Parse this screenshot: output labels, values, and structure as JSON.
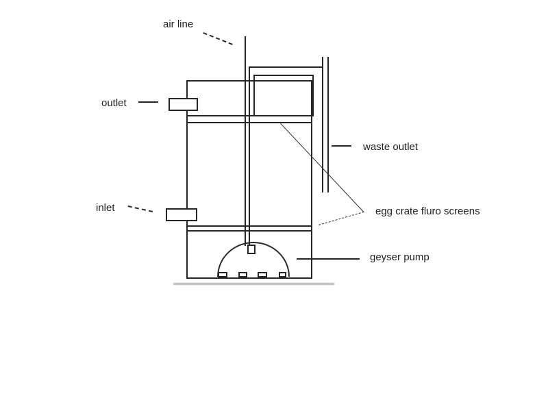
{
  "diagram": {
    "type": "schematic",
    "subject": "aquarium filter tank side view",
    "labels": {
      "air_line": "air line",
      "outlet": "outlet",
      "waste_outlet": "waste outlet",
      "inlet": "inlet",
      "egg_crate_screens": "egg crate fluro screens",
      "geyser_pump": "geyser pump"
    },
    "colors": {
      "background": "#ffffff",
      "line": "#262626",
      "shadow": "#b8b8b8"
    }
  }
}
